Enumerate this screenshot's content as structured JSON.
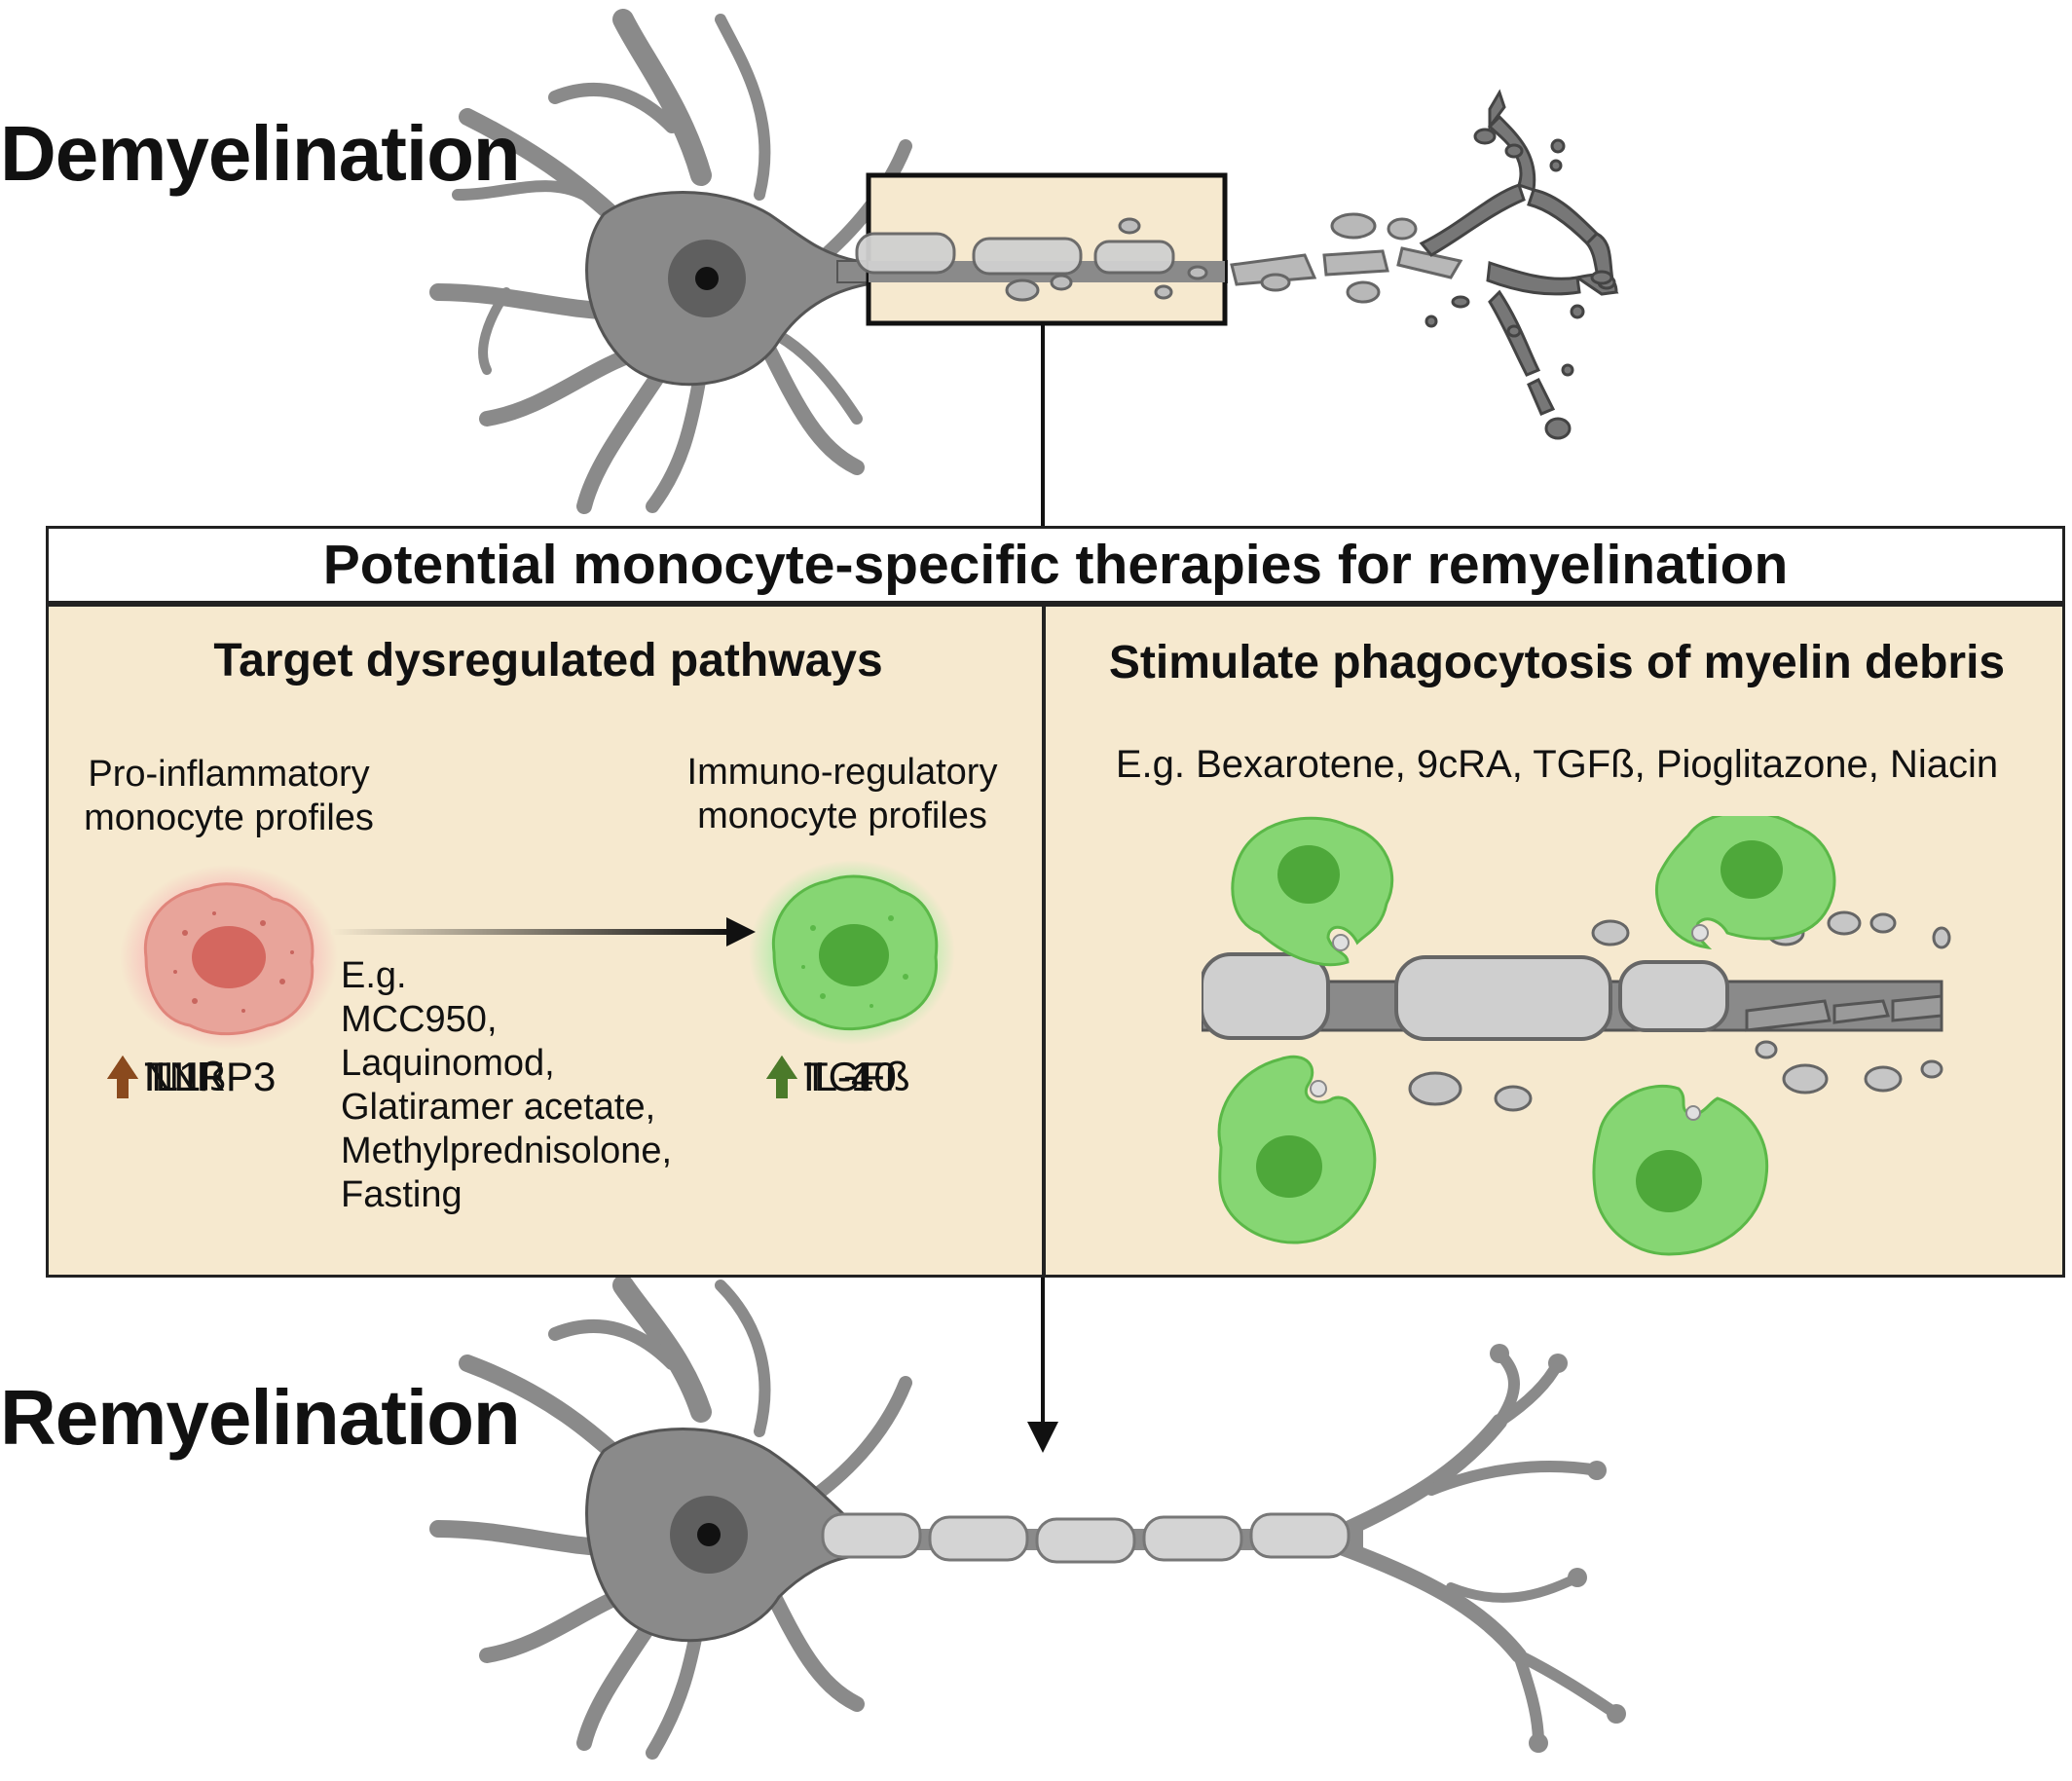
{
  "top_label": "Demyelination",
  "bottom_label": "Remyelination",
  "banner": "Potential monocyte-specific therapies for remyelination",
  "left_panel": {
    "title": "Target dysregulated pathways",
    "pro_label_line1": "Pro-inflammatory",
    "pro_label_line2": "monocyte profiles",
    "reg_label_line1": "Immuno-regulatory",
    "reg_label_line2": "monocyte profiles",
    "therapies": [
      "E.g.",
      "MCC950,",
      "Laquinomod,",
      "Glatiramer acetate,",
      "Methylprednisolone,",
      "Fasting"
    ],
    "pro_markers": [
      "IL1ß",
      "NLRP3",
      "TNF"
    ],
    "reg_markers": [
      "IL-10",
      "TGFß",
      "IL-4"
    ]
  },
  "right_panel": {
    "title": "Stimulate phagocytosis of myelin debris",
    "examples": "E.g. Bexarotene, 9cRA, TGFß, Pioglitazone, Niacin"
  },
  "colors": {
    "panel_bg": "#f6e9cf",
    "neuron": "#8a8a8a",
    "pro_cell": "#e8928a",
    "reg_cell": "#7fd46a",
    "pro_arrow": "#8a4a1e",
    "reg_arrow": "#4b7a2a"
  }
}
